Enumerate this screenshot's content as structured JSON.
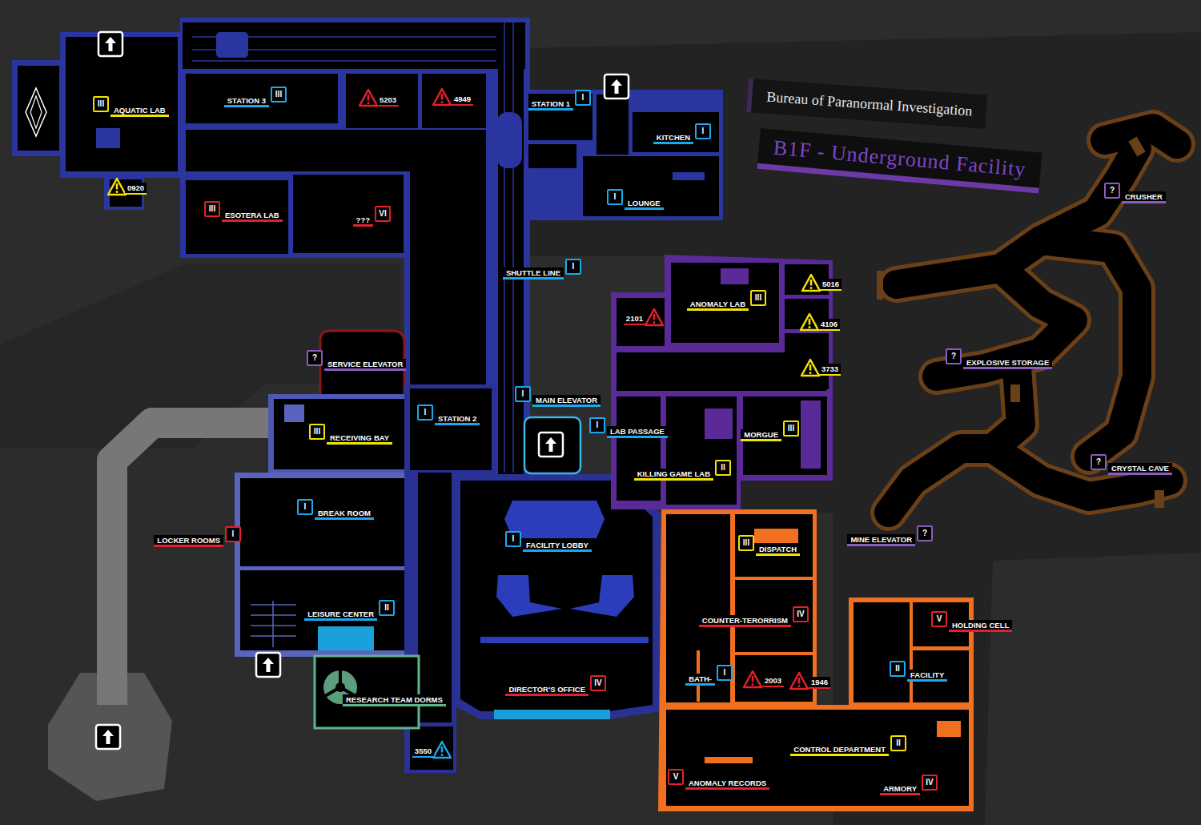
{
  "diagram": {
    "title": "Bureau of Paranormal Investigation",
    "nodes": [
      {
        "text": [
          "AQUATIC LAB",
          "III"
        ]
      },
      {
        "text": [
          "STATION 3",
          "III"
        ]
      },
      {
        "text": [
          "STATION 1",
          "I"
        ]
      },
      {
        "text": [
          "KITCHEN",
          "I"
        ]
      },
      {
        "text": [
          "LOUNGE",
          "I"
        ]
      },
      {
        "text": [
          "CRUSHER",
          "?"
        ]
      },
      {
        "text": [
          "ESOTERA LAB",
          "III"
        ]
      },
      {
        "text": [
          "???",
          "VI"
        ]
      },
      {
        "text": [
          "SHUTTLE LINE",
          "I"
        ]
      },
      {
        "text": [
          "ANOMALY LAB",
          "III"
        ]
      },
      {
        "text": [
          "SERVICE ELEVATOR",
          "?"
        ]
      },
      {
        "text": [
          "EXPLOSIVE STORAGE",
          "?"
        ]
      },
      {
        "text": [
          "MAIN ELEVATOR",
          "I"
        ]
      },
      {
        "text": [
          "STATION 2",
          "I"
        ]
      },
      {
        "text": [
          "LAB PASSAGE",
          "I"
        ]
      },
      {
        "text": [
          "RECEIVING BAY",
          "III"
        ]
      },
      {
        "text": [
          "MORGUE",
          "III"
        ]
      },
      {
        "text": [
          "KILLING GAME LAB",
          "II"
        ]
      },
      {
        "text": [
          "CRYSTAL CAVE",
          "?"
        ]
      },
      {
        "text": [
          "BREAK ROOM",
          "I"
        ]
      },
      {
        "text": [
          "LOCKER ROOMS",
          "I"
        ]
      },
      {
        "text": [
          "MINE ELEVATOR",
          "?"
        ]
      },
      {
        "text": [
          "FACILITY LOBBY",
          "I"
        ]
      },
      {
        "text": [
          "DISPATCH",
          "III"
        ]
      },
      {
        "text": [
          "LEISURE CENTER",
          "II"
        ]
      },
      {
        "text": [
          "COUNTER-TERORRISM",
          "IV"
        ]
      },
      {
        "text": [
          "HOLDING CELL",
          "V"
        ]
      },
      {
        "text": [
          "FACILITY",
          "II"
        ]
      },
      {
        "text": [
          "BATH-",
          "I"
        ]
      },
      {
        "text": [
          "DIRECTOR'S OFFICE",
          "IV"
        ]
      },
      {
        "text": [
          "RESEARCH TEAM DORMS"
        ]
      },
      {
        "text": [
          "CONTROL DEPARTMENT",
          "II"
        ]
      },
      {
        "text": [
          "ANOMALY RECORDS",
          "V"
        ]
      },
      {
        "text": [
          "ARMORY",
          "IV"
        ]
      }
    ],
    "labels": [
      "B1F - Underground Facility",
      "5203",
      "4949",
      "0920",
      "5016",
      "4106",
      "3733",
      "2101",
      "2003",
      "1946",
      "3550"
    ]
  }
}
